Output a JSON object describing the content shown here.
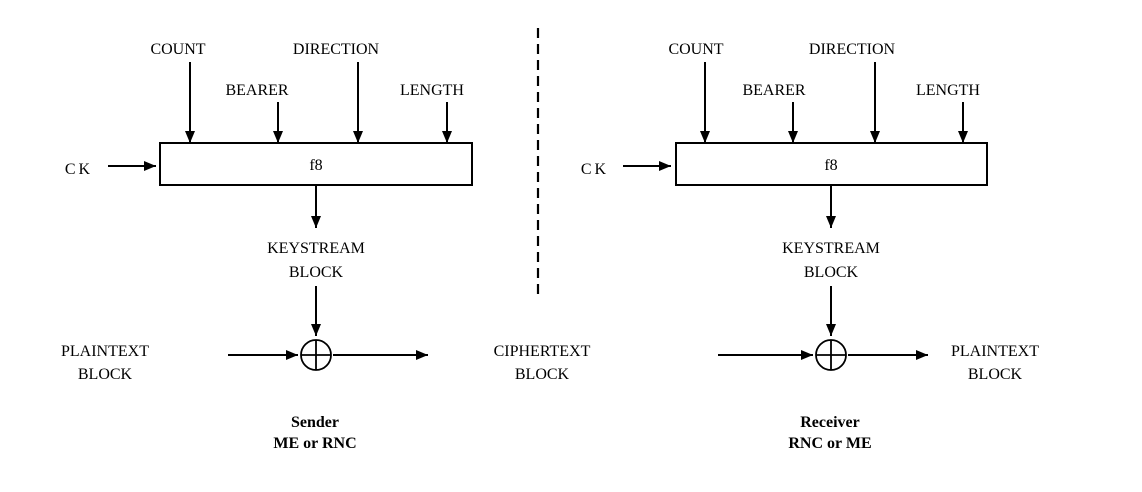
{
  "figure": {
    "left": {
      "count": "COUNT",
      "bearer": "BEARER",
      "direction": "DIRECTION",
      "length": "LENGTH",
      "ck": "CK",
      "box": "f8",
      "keystream1": "KEYSTREAM",
      "keystream2": "BLOCK",
      "input1": "PLAINTEXT",
      "input2": "BLOCK",
      "caption1": "Sender",
      "caption2": "ME or RNC"
    },
    "middle": {
      "block1": "CIPHERTEXT",
      "block2": "BLOCK"
    },
    "right": {
      "count": "COUNT",
      "bearer": "BEARER",
      "direction": "DIRECTION",
      "length": "LENGTH",
      "ck": "CK",
      "box": "f8",
      "keystream1": "KEYSTREAM",
      "keystream2": "BLOCK",
      "output1": "PLAINTEXT",
      "output2": "BLOCK",
      "caption1": "Receiver",
      "caption2": "RNC or ME"
    },
    "colors": {
      "line": "#000000",
      "background": "#ffffff"
    }
  }
}
